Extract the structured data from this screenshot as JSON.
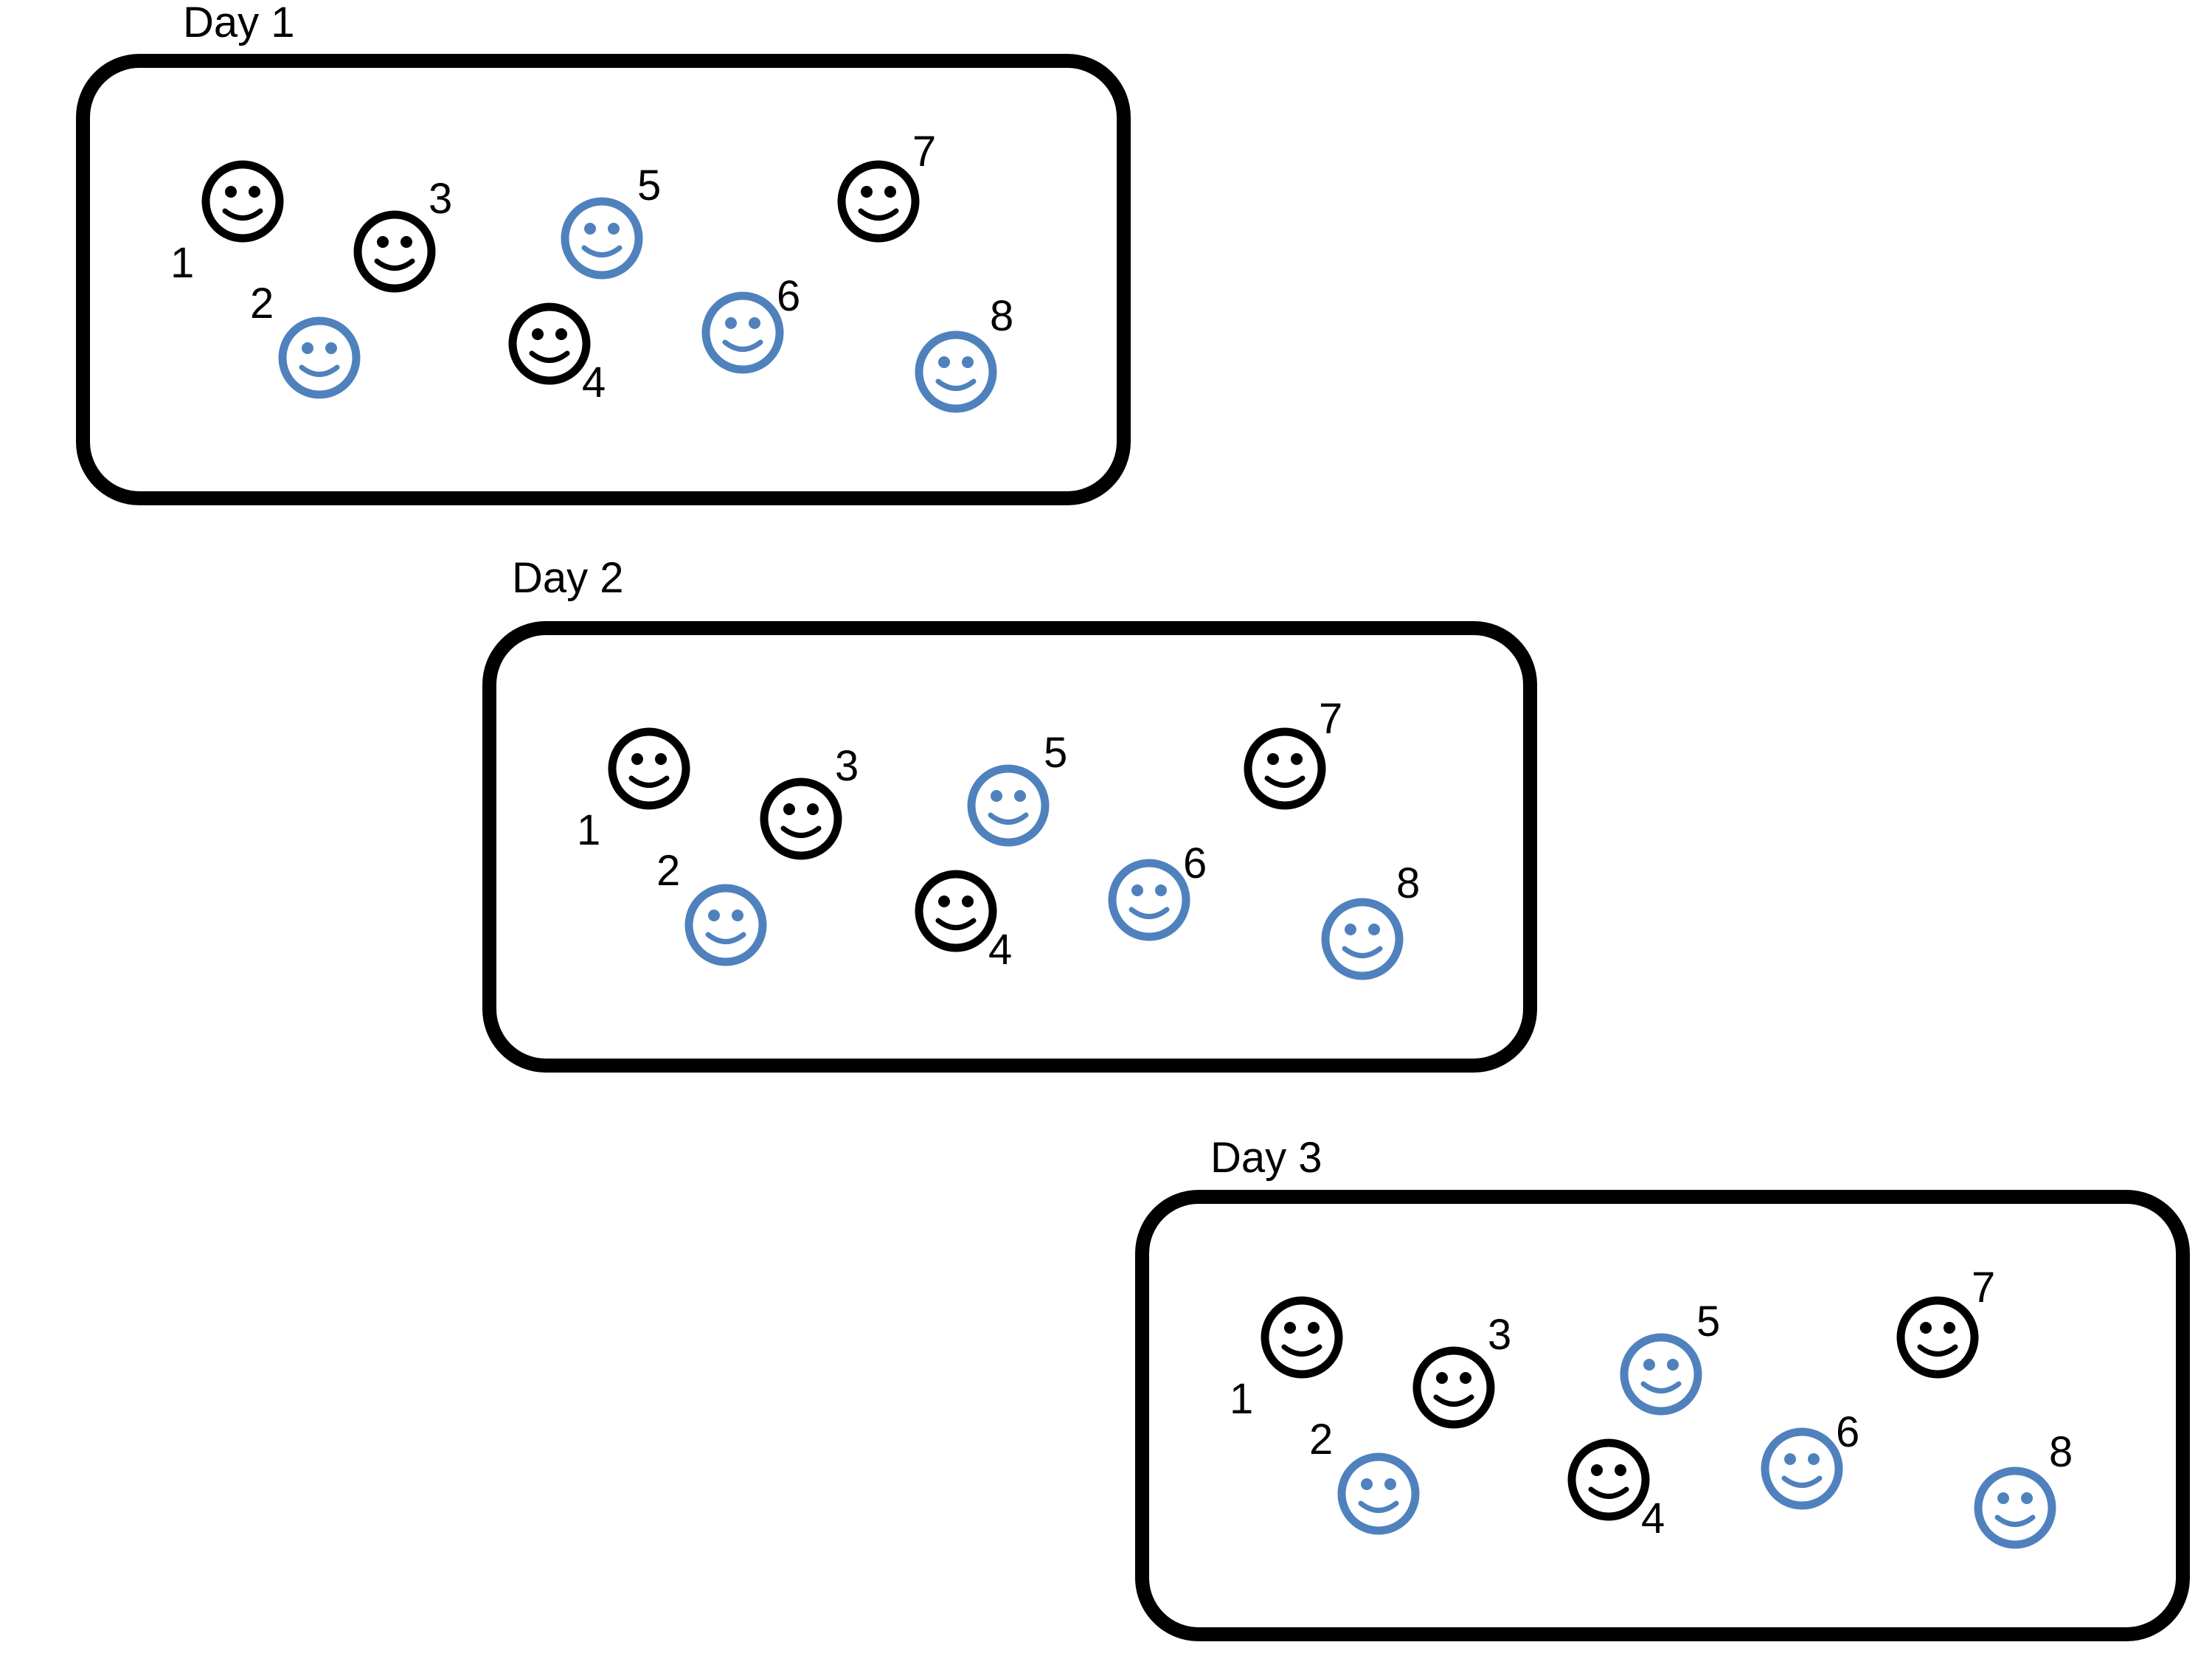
{
  "colors": {
    "group_black": "#000000",
    "group_blue": "#4F81BD"
  },
  "days": [
    {
      "title": "Day 1",
      "people": [
        {
          "label": "1",
          "group": "black"
        },
        {
          "label": "2",
          "group": "blue"
        },
        {
          "label": "3",
          "group": "black"
        },
        {
          "label": "4",
          "group": "black"
        },
        {
          "label": "5",
          "group": "blue"
        },
        {
          "label": "6",
          "group": "blue"
        },
        {
          "label": "7",
          "group": "black"
        },
        {
          "label": "8",
          "group": "blue"
        }
      ]
    },
    {
      "title": "Day 2",
      "people": [
        {
          "label": "1",
          "group": "black"
        },
        {
          "label": "2",
          "group": "blue"
        },
        {
          "label": "3",
          "group": "black"
        },
        {
          "label": "4",
          "group": "black"
        },
        {
          "label": "5",
          "group": "blue"
        },
        {
          "label": "6",
          "group": "blue"
        },
        {
          "label": "7",
          "group": "black"
        },
        {
          "label": "8",
          "group": "blue"
        }
      ]
    },
    {
      "title": "Day 3",
      "people": [
        {
          "label": "1",
          "group": "black"
        },
        {
          "label": "2",
          "group": "blue"
        },
        {
          "label": "3",
          "group": "black"
        },
        {
          "label": "4",
          "group": "black"
        },
        {
          "label": "5",
          "group": "blue"
        },
        {
          "label": "6",
          "group": "blue"
        },
        {
          "label": "7",
          "group": "black"
        },
        {
          "label": "8",
          "group": "blue"
        }
      ]
    }
  ]
}
